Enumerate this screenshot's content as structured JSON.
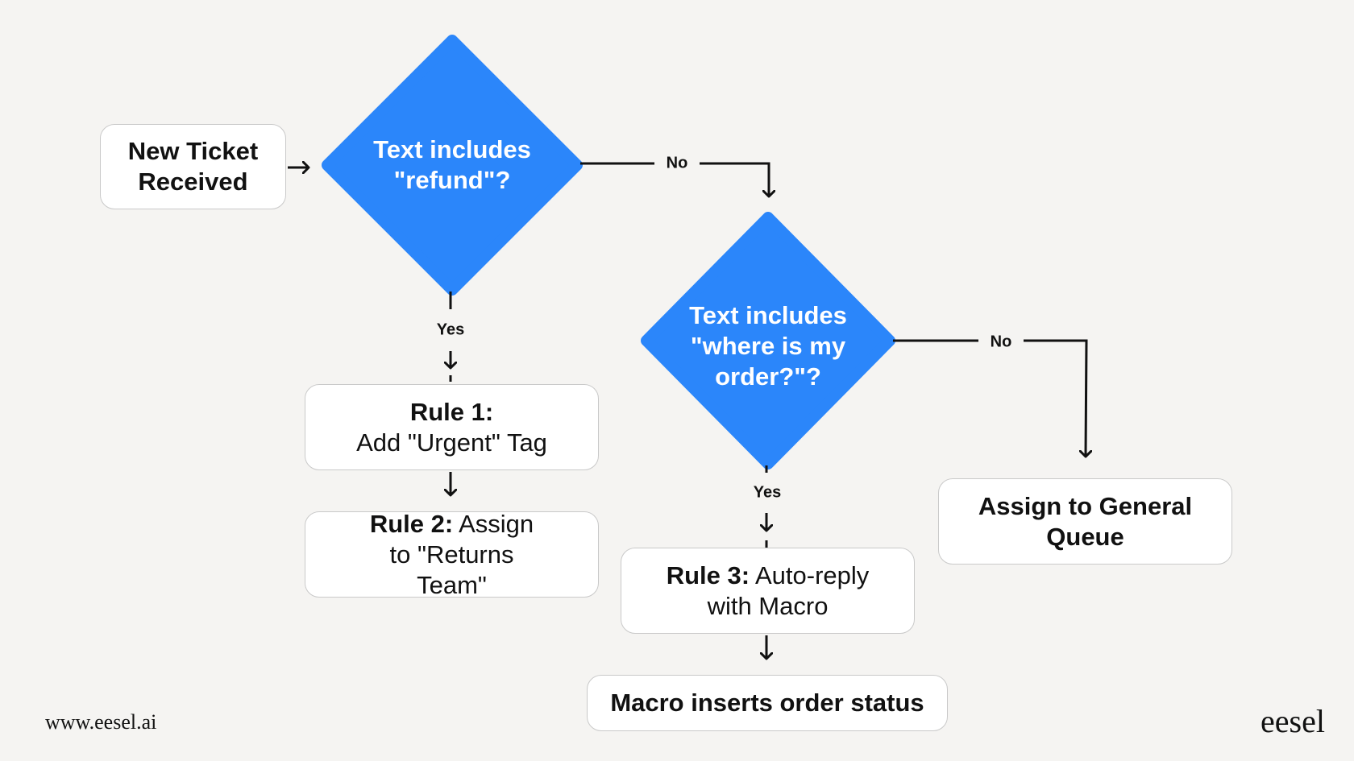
{
  "nodes": {
    "start": {
      "text": "New Ticket Received"
    },
    "decision_refund": {
      "text": "Text includes \"refund\"?"
    },
    "decision_order": {
      "text": "Text includes \"where is my order?\"?"
    },
    "rule1": {
      "title": "Rule 1:",
      "text": "Add \"Urgent\" Tag"
    },
    "rule2": {
      "title": "Rule 2:",
      "text": " Assign to \"Returns Team\""
    },
    "rule3": {
      "title": "Rule 3:",
      "text": " Auto-reply with Macro"
    },
    "general_queue": {
      "text": "Assign to General Queue"
    },
    "macro_status": {
      "text": "Macro inserts order status"
    }
  },
  "edges": {
    "refund_no": "No",
    "refund_yes": "Yes",
    "order_no": "No",
    "order_yes": "Yes"
  },
  "footer": {
    "url": "www.eesel.ai",
    "logo": "eesel"
  },
  "colors": {
    "diamond": "#2b86fa",
    "background": "#f5f4f2",
    "box_border": "#c9c9c9"
  }
}
